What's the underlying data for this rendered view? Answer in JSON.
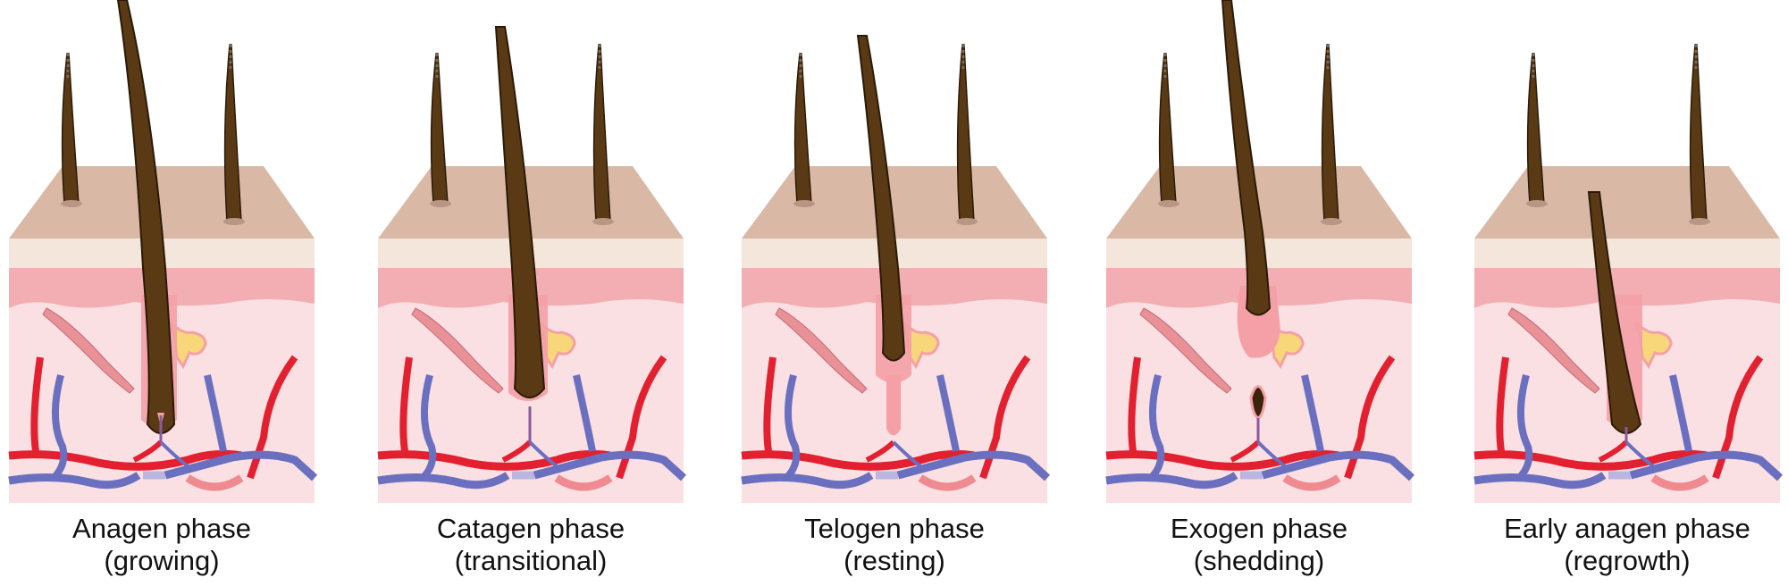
{
  "title": "Hair growth cycle phases",
  "phases": [
    {
      "id": "anagen",
      "name": "Anagen phase",
      "desc": "(growing)"
    },
    {
      "id": "catagen",
      "name": "Catagen phase",
      "desc": "(transitional)"
    },
    {
      "id": "telogen",
      "name": "Telogen phase",
      "desc": "(resting)"
    },
    {
      "id": "exogen",
      "name": "Exogen phase",
      "desc": "(shedding)"
    },
    {
      "id": "early-anagen",
      "name": "Early anagen phase",
      "desc": "(regrowth)"
    }
  ],
  "colors": {
    "hair": "#5a3a14",
    "skin_top": "#d9b9a6",
    "epidermis": "#f4e6da",
    "dermis": "#f2aeb3",
    "tissue": "#fae0e2",
    "artery": "#e3202f",
    "vein": "#6a6fbf",
    "gland": "#f7d77a"
  }
}
